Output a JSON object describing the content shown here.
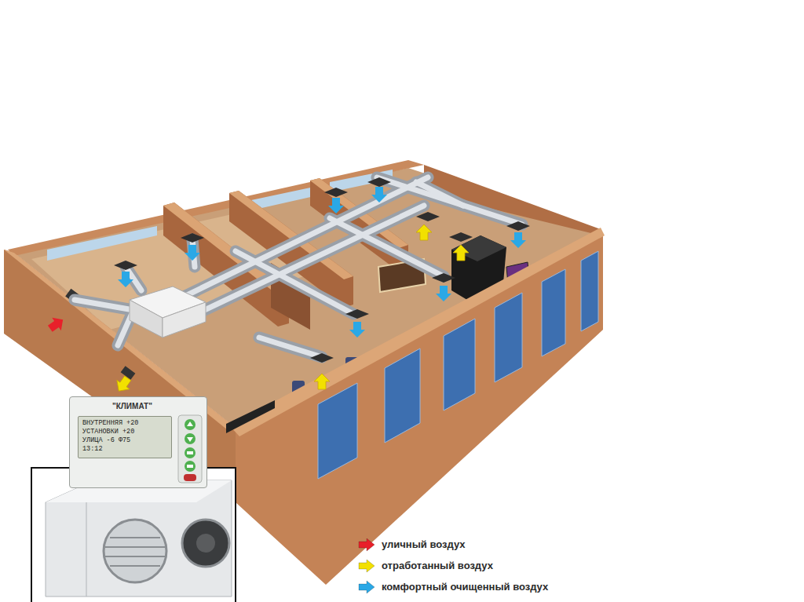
{
  "diagram": {
    "nodes": [
      {
        "text": [
          "\"КЛИМАТ\""
        ]
      },
      {
        "text": [
          "ВНУТРЕННЯЯ +20",
          "УСТАНОВКИ +20",
          "УЛИЦА -6 Ф75",
          "13:12"
        ],
        "in": 0
      }
    ],
    "legend": [
      {
        "text": "уличный воздух",
        "color": "#e8202a"
      },
      {
        "text": "отработанный воздух",
        "color": "#f2e000"
      },
      {
        "text": "комфортный очищенный воздух",
        "color": "#2aa8e6"
      }
    ]
  }
}
